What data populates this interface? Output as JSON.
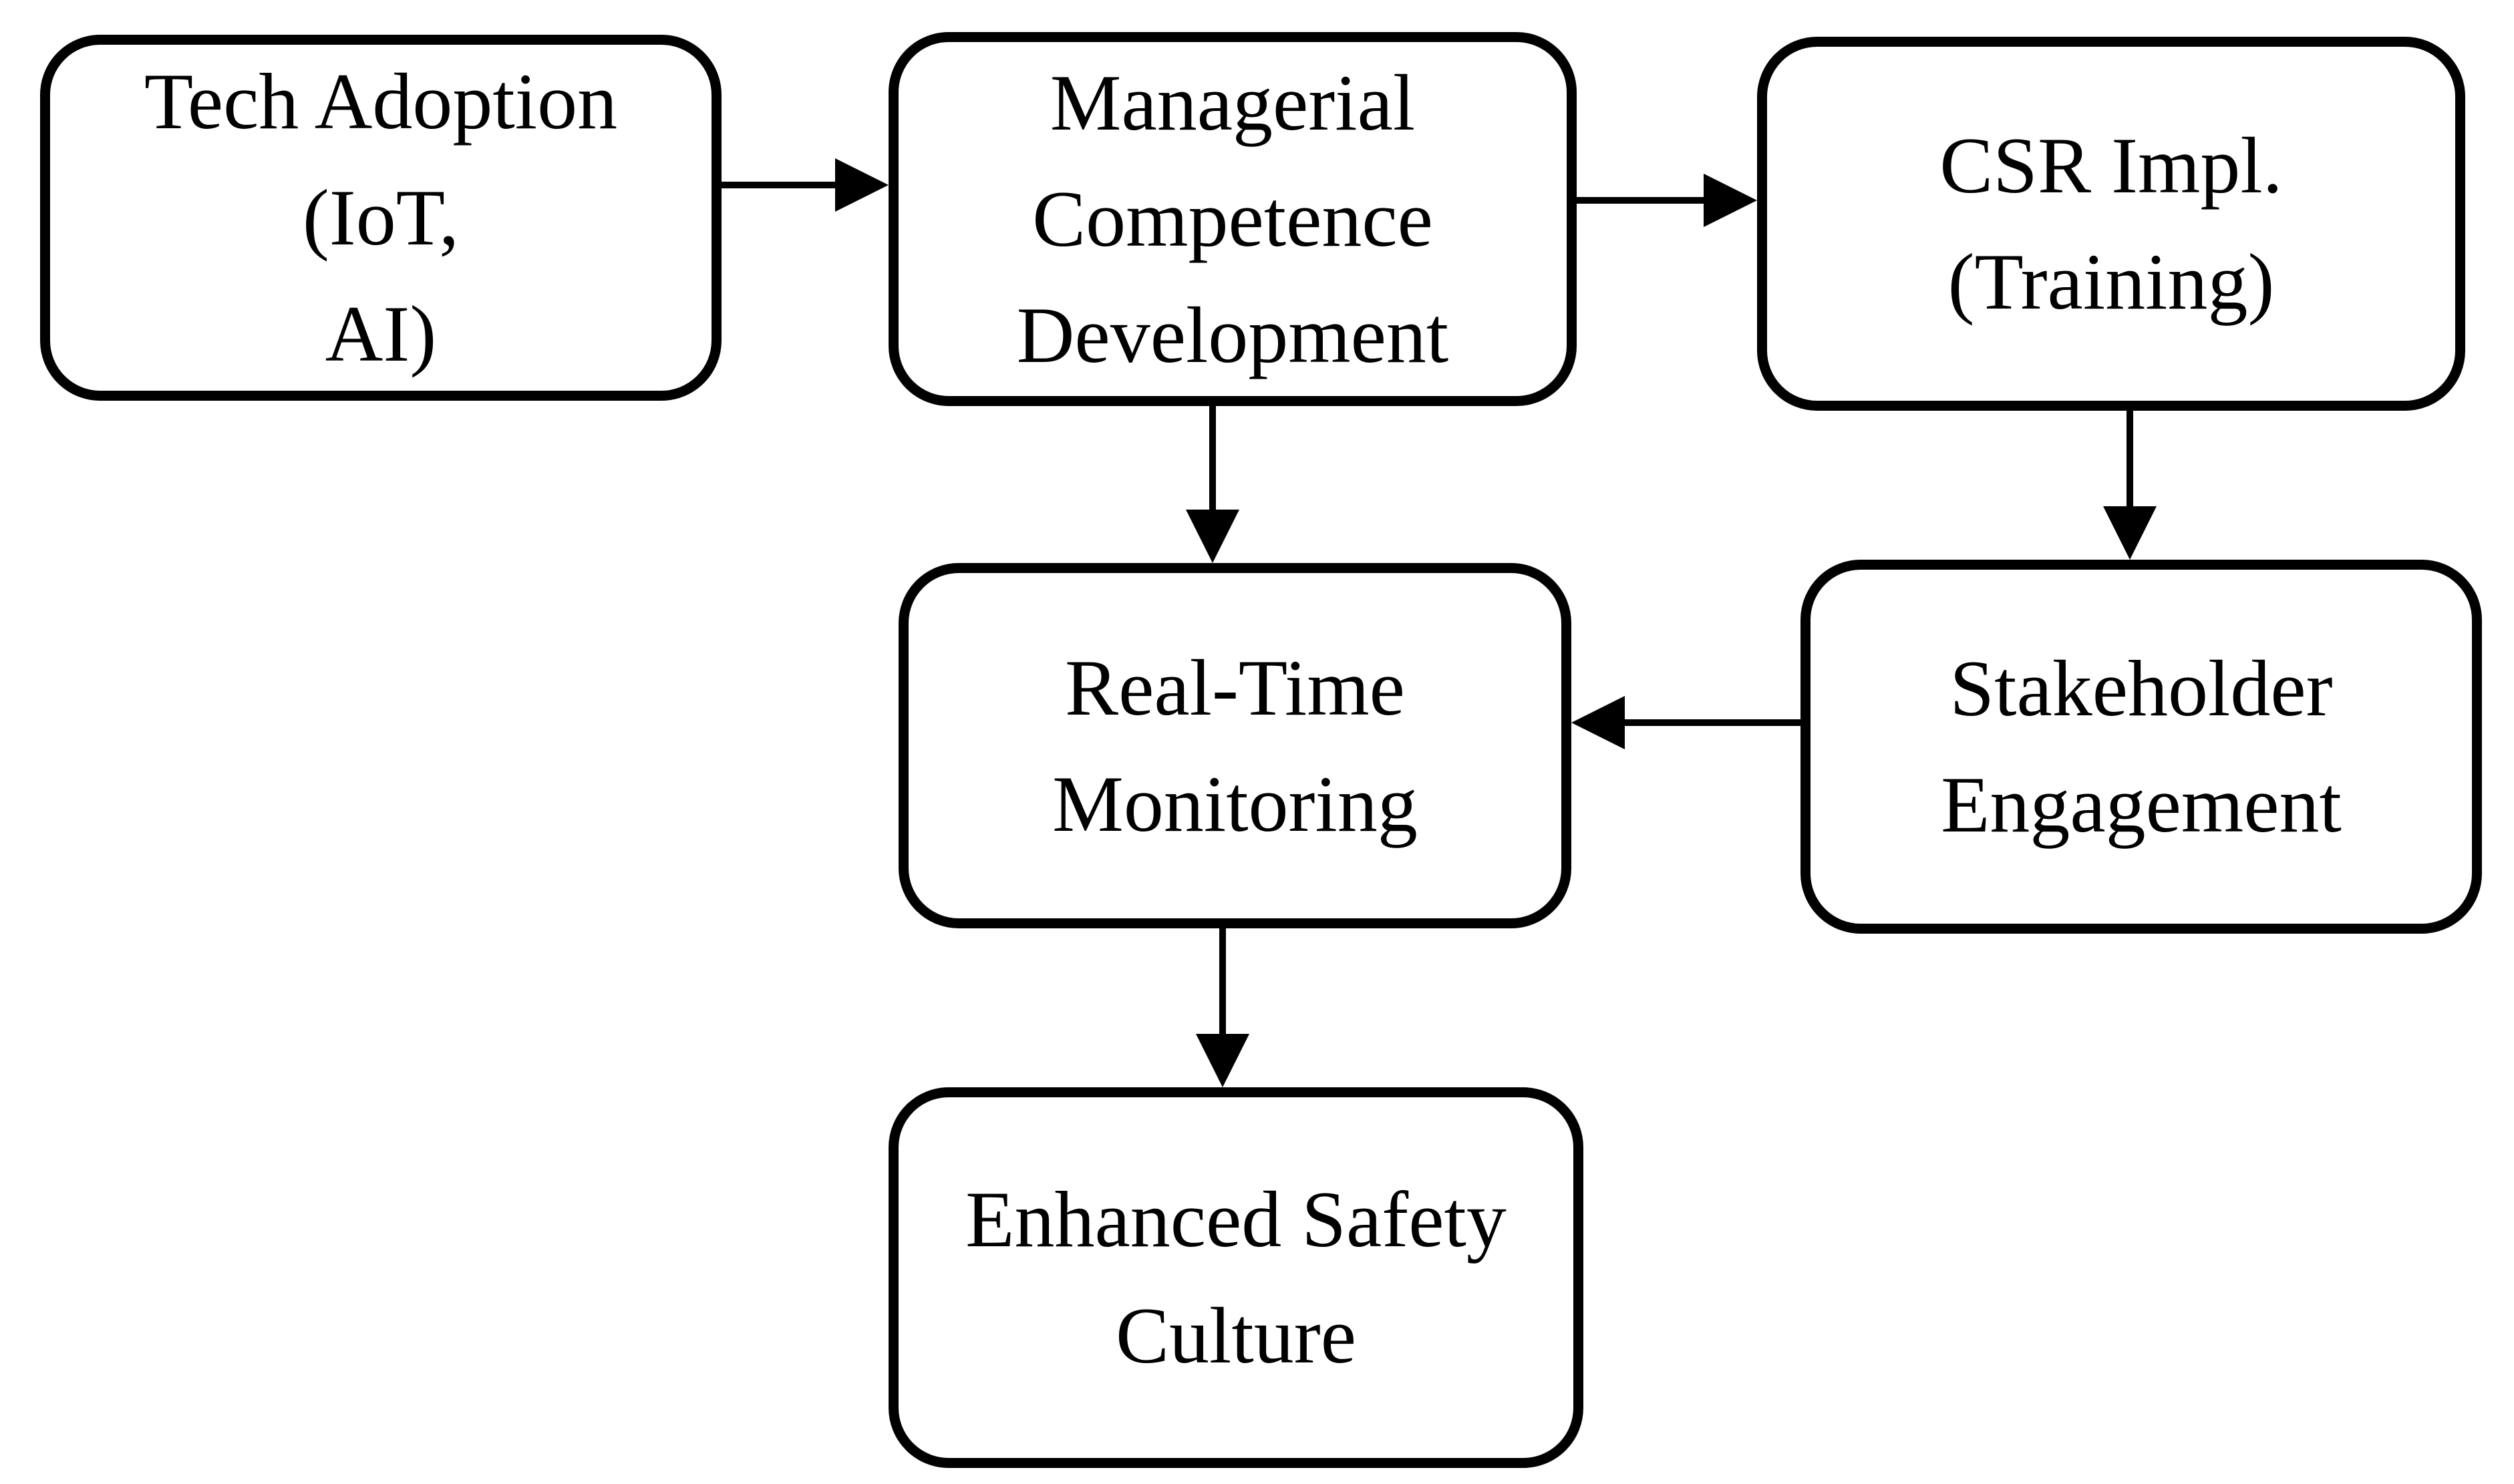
{
  "page": {
    "background_color": "#ffffff"
  },
  "diagram": {
    "type": "flowchart",
    "colors": {
      "node_border": "#000000",
      "node_fill": "#ffffff",
      "text": "#000000",
      "arrow": "#000000"
    },
    "nodes": [
      {
        "id": "tech-adoption",
        "label": "Tech Adoption (IoT,\nAI)"
      },
      {
        "id": "managerial-competence",
        "label": "Managerial\nCompetence\nDevelopment"
      },
      {
        "id": "csr-implementation",
        "label": "CSR Impl.\n(Training)"
      },
      {
        "id": "real-time-monitoring",
        "label": "Real-Time\nMonitoring"
      },
      {
        "id": "stakeholder-engagement",
        "label": "Stakeholder\nEngagement"
      },
      {
        "id": "enhanced-safety-culture",
        "label": "Enhanced Safety\nCulture"
      }
    ],
    "edges": [
      {
        "from": "tech-adoption",
        "to": "managerial-competence",
        "direction": "right"
      },
      {
        "from": "managerial-competence",
        "to": "csr-implementation",
        "direction": "right"
      },
      {
        "from": "managerial-competence",
        "to": "real-time-monitoring",
        "direction": "down"
      },
      {
        "from": "csr-implementation",
        "to": "stakeholder-engagement",
        "direction": "down"
      },
      {
        "from": "stakeholder-engagement",
        "to": "real-time-monitoring",
        "direction": "left"
      },
      {
        "from": "real-time-monitoring",
        "to": "enhanced-safety-culture",
        "direction": "down"
      }
    ]
  }
}
